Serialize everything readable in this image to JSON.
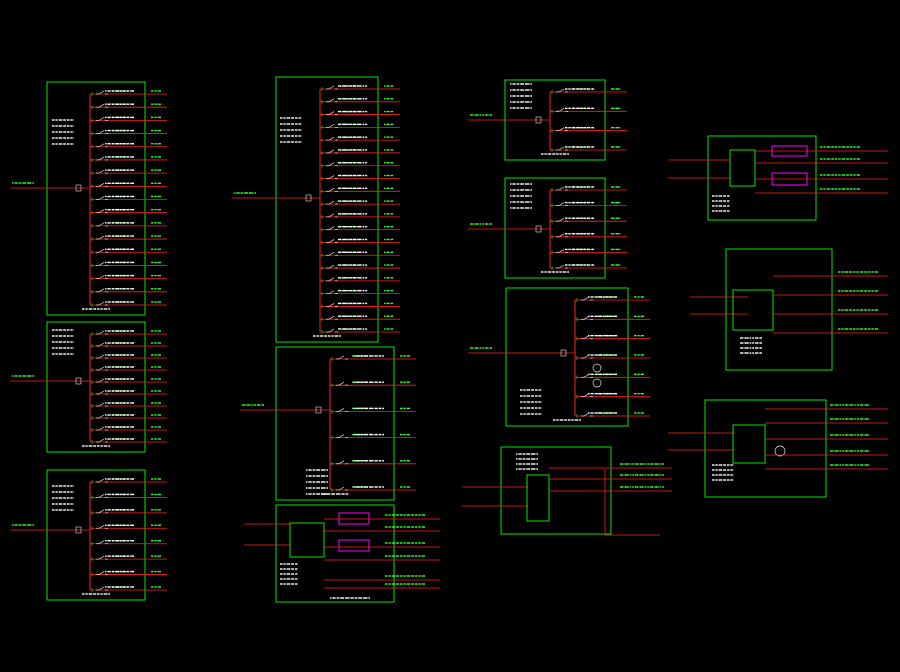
{
  "drawing": {
    "background": "#000000",
    "colors": {
      "frame": "#00ff00",
      "feeder": "#ff2020",
      "bus": "#ff2020",
      "device": "#e6e6e6",
      "module": "#ff00ff",
      "note": "#ffffff",
      "label": "#30ff30"
    }
  },
  "panels": [
    {
      "id": "p1",
      "title": "",
      "feeders": 17
    },
    {
      "id": "p2",
      "title": "",
      "feeders": 10
    },
    {
      "id": "p3",
      "title": "",
      "feeders": 8
    },
    {
      "id": "p4",
      "title": "",
      "feeders": 20
    },
    {
      "id": "p5",
      "title": "",
      "feeders": 6
    },
    {
      "id": "p6",
      "title": "",
      "feeders": 4
    },
    {
      "id": "p7",
      "title": "",
      "feeders": 4
    },
    {
      "id": "p8",
      "title": "",
      "feeders": 6
    },
    {
      "id": "p9",
      "title": "",
      "feeders": 7
    },
    {
      "id": "p10",
      "title": "",
      "feeders": 3
    },
    {
      "id": "p11",
      "title": "",
      "feeders": 2
    },
    {
      "id": "p12",
      "title": "",
      "feeders": 4
    },
    {
      "id": "p13",
      "title": "",
      "feeders": 3
    }
  ]
}
